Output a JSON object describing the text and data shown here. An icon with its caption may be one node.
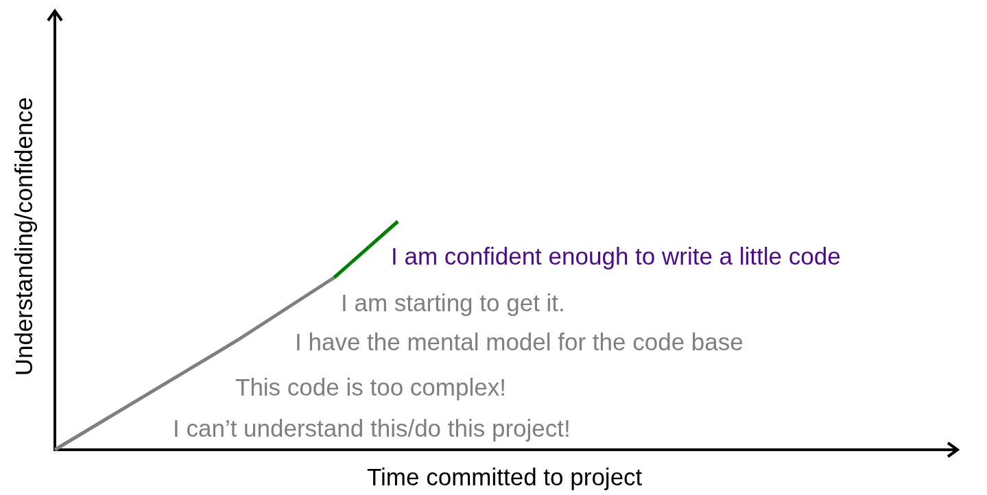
{
  "diagram": {
    "labels": [
      "Understanding/confidence",
      "I am confident enough to write a little code",
      "I am starting to get it.",
      "I have the mental model for the code base",
      "This code is too complex!",
      "I can’t understand this/do this project!",
      "Time committed to project"
    ]
  }
}
